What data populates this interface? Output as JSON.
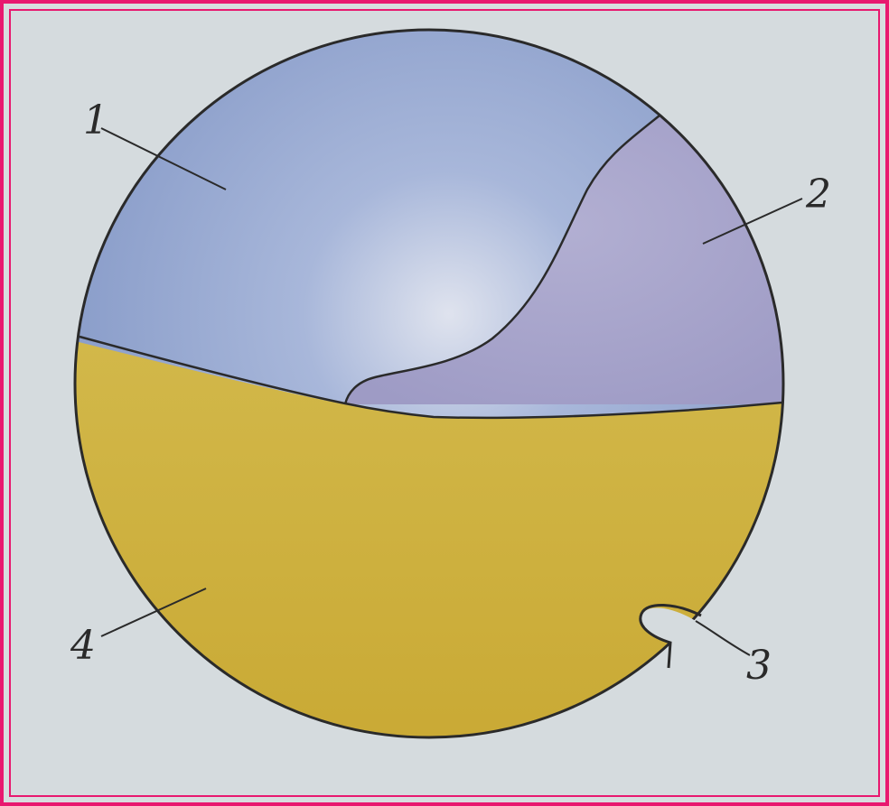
{
  "labels": {
    "region_1": "1",
    "region_2": "2",
    "region_3": "3",
    "region_4": "4"
  },
  "colors": {
    "frame_border": "#e8186f",
    "background": "#d5dbde",
    "region_1_fill": "#8ea3cf",
    "region_2_fill": "#a8a6cb",
    "region_4_fill": "#cfb13e",
    "outline": "#2a2a2a"
  }
}
